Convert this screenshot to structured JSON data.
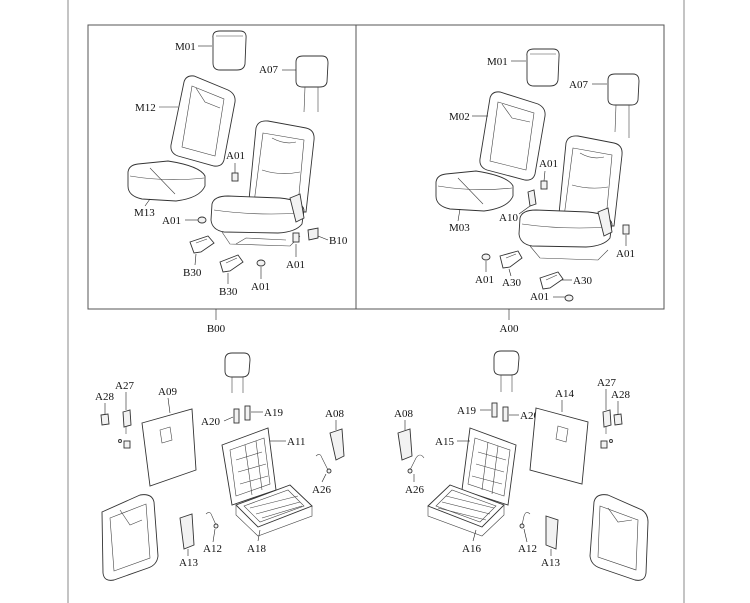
{
  "labels": {
    "m01_l": "M01",
    "a07_l": "A07",
    "m12": "M12",
    "a01_l1": "A01",
    "m13": "M13",
    "a01_l2": "A01",
    "b10": "B10",
    "b30_1": "B30",
    "a01_l3": "A01",
    "b30_2": "B30",
    "a01_l4": "A01",
    "m01_r": "M01",
    "a07_r": "A07",
    "m02": "M02",
    "a01_r1": "A01",
    "a10": "A10",
    "m03": "M03",
    "a01_r2": "A01",
    "a01_r3": "A01",
    "a30_1": "A30",
    "a30_2": "A30",
    "a01_r4": "A01",
    "b_a28": "A28",
    "b_a27": "A27",
    "b_a09": "A09",
    "b_a20": "A20",
    "b_a19": "A19",
    "b_a11": "A11",
    "b_a08": "A08",
    "b_a26": "A26",
    "b_a12": "A12",
    "b_a13": "A13",
    "b_a18": "A18",
    "r_a08": "A08",
    "r_a19": "A19",
    "r_a20": "A20",
    "r_a14": "A14",
    "r_a27": "A27",
    "r_a28": "A28",
    "r_a15": "A15",
    "r_a26": "A26",
    "r_a16": "A16",
    "r_a12": "A12",
    "r_a13": "A13"
  },
  "groups": {
    "left": "B00",
    "right": "A00"
  },
  "colors": {
    "line": "#333333",
    "frame": "#555555",
    "background": "#ffffff"
  }
}
